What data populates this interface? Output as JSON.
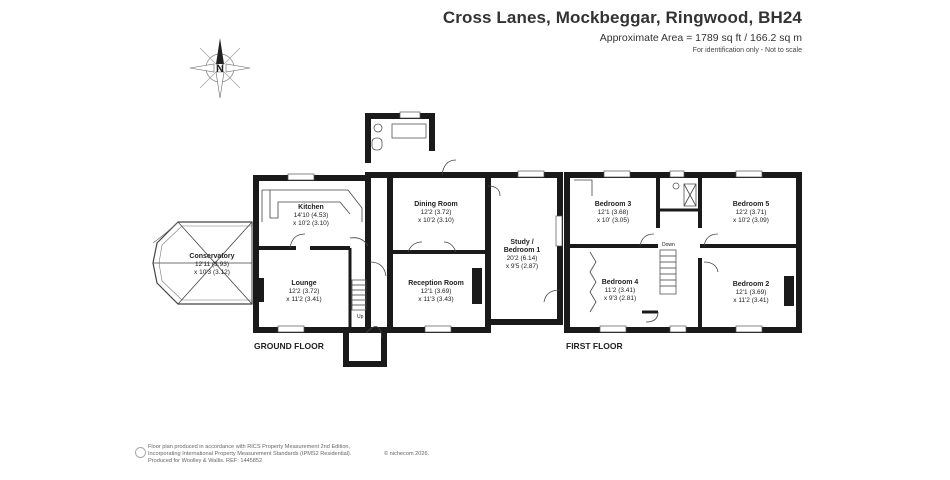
{
  "header": {
    "title": "Cross Lanes, Mockbeggar, Ringwood, BH24",
    "area": "Approximate Area = 1789 sq ft / 166.2 sq m",
    "note": "For identification only - Not to scale"
  },
  "compass": {
    "label": "N"
  },
  "ground_floor": {
    "label": "GROUND FLOOR",
    "stairs_label": "Up",
    "rooms": {
      "conservatory": {
        "name": "Conservatory",
        "dim1": "12'11 (3.93)",
        "dim2": "x 10'3 (3.12)"
      },
      "kitchen": {
        "name": "Kitchen",
        "dim1": "14'10 (4.53)",
        "dim2": "x 10'2 (3.10)"
      },
      "lounge": {
        "name": "Lounge",
        "dim1": "12'2 (3.72)",
        "dim2": "x 11'2 (3.41)"
      },
      "dining": {
        "name": "Dining Room",
        "dim1": "12'2 (3.72)",
        "dim2": "x 10'2 (3.10)"
      },
      "reception": {
        "name": "Reception Room",
        "dim1": "12'1 (3.69)",
        "dim2": "x 11'3 (3.43)"
      },
      "study": {
        "name1": "Study /",
        "name2": "Bedroom 1",
        "dim1": "20'2 (6.14)",
        "dim2": "x 9'5 (2.87)"
      }
    }
  },
  "first_floor": {
    "label": "FIRST FLOOR",
    "stairs_label": "Down",
    "rooms": {
      "bedroom3": {
        "name": "Bedroom 3",
        "dim1": "12'1 (3.68)",
        "dim2": "x 10' (3.05)"
      },
      "bedroom5": {
        "name": "Bedroom 5",
        "dim1": "12'2 (3.71)",
        "dim2": "x 10'2 (3.09)"
      },
      "bedroom4": {
        "name": "Bedroom 4",
        "dim1": "11'2 (3.41)",
        "dim2": "x 9'3 (2.81)"
      },
      "bedroom2": {
        "name": "Bedroom 2",
        "dim1": "12'1 (3.69)",
        "dim2": "x 11'2 (3.41)"
      }
    }
  },
  "footer": {
    "line1": "Floor plan produced in accordance with RICS Property Measurement 2nd Edition,",
    "line2": "Incorporating International Property Measurement Standards (IPMS2 Residential).",
    "line3": "Produced for Woolley & Wallis.   REF:  1445852",
    "copyright": "© nichecom 2026."
  },
  "colors": {
    "wall": "#1a1a1a",
    "text": "#222222"
  }
}
